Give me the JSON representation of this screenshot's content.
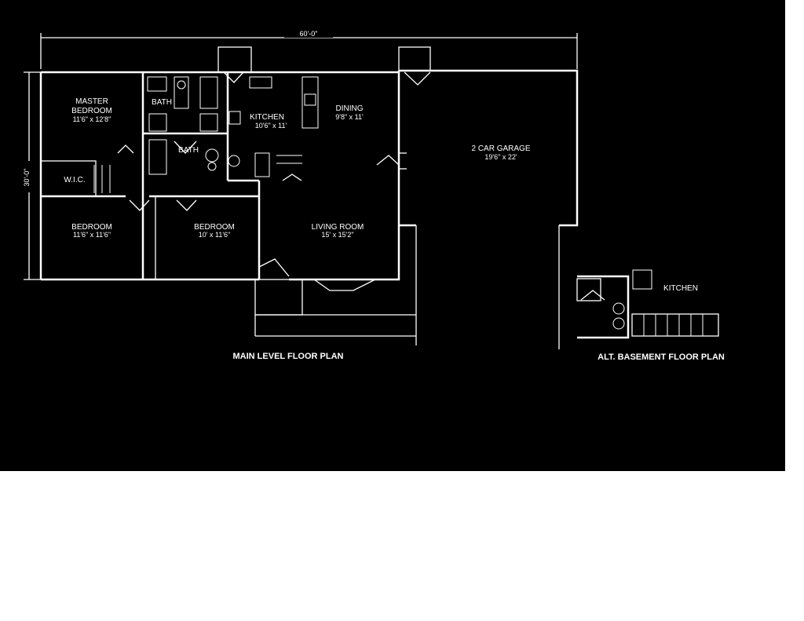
{
  "dimensions": {
    "overall_width": "60'-0\"",
    "overall_depth": "30'-0\""
  },
  "rooms": {
    "master_bedroom": {
      "name_line1": "MASTER",
      "name_line2": "BEDROOM",
      "size": "11'6\" x 12'8\""
    },
    "bath_upper": {
      "name": "BATH"
    },
    "bath_lower": {
      "name": "BATH"
    },
    "kitchen": {
      "name": "KITCHEN",
      "size": "10'6\" x 11'"
    },
    "dining": {
      "name": "DINING",
      "size": "9'8\" x 11'"
    },
    "garage": {
      "name": "2 CAR GARAGE",
      "size": "19'6\" x 22'"
    },
    "wic": {
      "name": "W.I.C."
    },
    "bedroom_left": {
      "name": "BEDROOM",
      "size": "11'6\" x 11'6\""
    },
    "bedroom_mid": {
      "name": "BEDROOM",
      "size": "10' x 11'6\""
    },
    "living_room": {
      "name": "LIVING ROOM",
      "size": "15' x 15'2\""
    },
    "basement_kitchen": {
      "name": "KITCHEN"
    }
  },
  "captions": {
    "main_level": "MAIN LEVEL FLOOR PLAN",
    "alt_basement": "ALT. BASEMENT FLOOR PLAN"
  },
  "colors": {
    "background": "#000000",
    "lines": "#ffffff",
    "below_panel": "#ffffff"
  }
}
